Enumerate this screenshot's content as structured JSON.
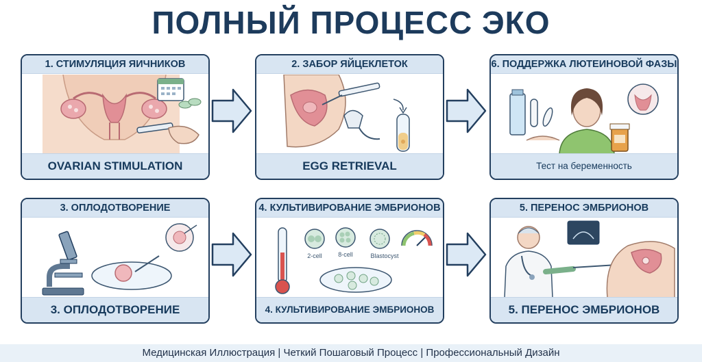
{
  "title": "ПОЛНЫЙ ПРОЦЕСС ЭКО",
  "steps": [
    {
      "header": "1. СТИМУЛЯЦИЯ ЯИЧНИКОВ",
      "footer": "OVARIAN STIMULATION"
    },
    {
      "header": "2. ЗАБОР ЯЙЦЕКЛЕТОК",
      "footer": "EGG RETRIEVAL"
    },
    {
      "header": "6. ПОДДЕРЖКА ЛЮТЕИНОВОЙ ФАЗЫ",
      "footer": "Тест на беременность"
    },
    {
      "header": "3. ОПЛОДОТВОРЕНИЕ",
      "footer": "3. ОПЛОДОТВОРЕНИЕ"
    },
    {
      "header": "4. КУЛЬТИВИРОВАНИЕ ЭМБРИОНОВ",
      "footer": "4. КУЛЬТИВИРОВАНИЕ ЭМБРИОНОВ",
      "embryo_stages": [
        "2-cell",
        "8-cell",
        "Blastocyst"
      ]
    },
    {
      "header": "5. ПЕРЕНОС ЭМБРИОНОВ",
      "footer": "5. ПЕРЕНОС ЭМБРИОНОВ"
    }
  ],
  "footer": "Медицинская Иллюстрация | Четкий Пошаговый Процесс | Профессиональный Дизайн",
  "colors": {
    "title": "#1d3b5c",
    "panel_border": "#233f5f",
    "panel_band": "#d8e5f2",
    "arrow": "#dce9f5",
    "anatomy_pink": "#e7a3a9",
    "skin": "#f3d7c4"
  }
}
